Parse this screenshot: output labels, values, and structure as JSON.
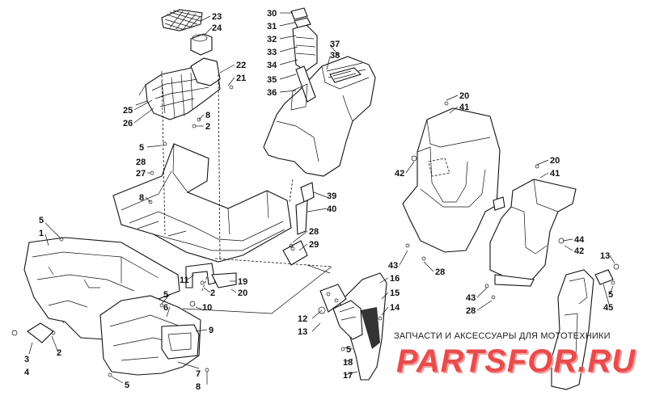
{
  "diagram": {
    "callouts": [
      {
        "id": "c23",
        "text": "23"
      },
      {
        "id": "c24",
        "text": "24"
      },
      {
        "id": "c22",
        "text": "22"
      },
      {
        "id": "c21",
        "text": "21"
      },
      {
        "id": "c25",
        "text": "25"
      },
      {
        "id": "c26",
        "text": "26"
      },
      {
        "id": "c8a",
        "text": "8"
      },
      {
        "id": "c2a",
        "text": "2"
      },
      {
        "id": "c30",
        "text": "30"
      },
      {
        "id": "c31",
        "text": "31"
      },
      {
        "id": "c32",
        "text": "32"
      },
      {
        "id": "c33",
        "text": "33"
      },
      {
        "id": "c34",
        "text": "34"
      },
      {
        "id": "c35",
        "text": "35"
      },
      {
        "id": "c36",
        "text": "36"
      },
      {
        "id": "c37",
        "text": "37"
      },
      {
        "id": "c38",
        "text": "38"
      },
      {
        "id": "c5a",
        "text": "5"
      },
      {
        "id": "c28a",
        "text": "28"
      },
      {
        "id": "c27",
        "text": "27"
      },
      {
        "id": "c8b",
        "text": "8"
      },
      {
        "id": "c39",
        "text": "39"
      },
      {
        "id": "c40",
        "text": "40"
      },
      {
        "id": "c28b",
        "text": "28"
      },
      {
        "id": "c29",
        "text": "29"
      },
      {
        "id": "c5b",
        "text": "5"
      },
      {
        "id": "c1",
        "text": "1"
      },
      {
        "id": "c11",
        "text": "11"
      },
      {
        "id": "c2b",
        "text": "2"
      },
      {
        "id": "c19",
        "text": "19"
      },
      {
        "id": "c20a",
        "text": "20"
      },
      {
        "id": "c5c",
        "text": "5"
      },
      {
        "id": "c6",
        "text": "6"
      },
      {
        "id": "c10",
        "text": "10"
      },
      {
        "id": "c9",
        "text": "9"
      },
      {
        "id": "c3",
        "text": "3"
      },
      {
        "id": "c4",
        "text": "4"
      },
      {
        "id": "c2c",
        "text": "2"
      },
      {
        "id": "c7",
        "text": "7"
      },
      {
        "id": "c8c",
        "text": "8"
      },
      {
        "id": "c5d",
        "text": "5"
      },
      {
        "id": "c12",
        "text": "12"
      },
      {
        "id": "c13a",
        "text": "13"
      },
      {
        "id": "c16",
        "text": "16"
      },
      {
        "id": "c15",
        "text": "15"
      },
      {
        "id": "c14",
        "text": "14"
      },
      {
        "id": "c5e",
        "text": "5"
      },
      {
        "id": "c18",
        "text": "18"
      },
      {
        "id": "c17",
        "text": "17"
      },
      {
        "id": "c20b",
        "text": "20"
      },
      {
        "id": "c41a",
        "text": "41"
      },
      {
        "id": "c42a",
        "text": "42"
      },
      {
        "id": "c43a",
        "text": "43"
      },
      {
        "id": "c28c",
        "text": "28"
      },
      {
        "id": "c20c",
        "text": "20"
      },
      {
        "id": "c41b",
        "text": "41"
      },
      {
        "id": "c44",
        "text": "44"
      },
      {
        "id": "c42b",
        "text": "42"
      },
      {
        "id": "c13b",
        "text": "13"
      },
      {
        "id": "c5f",
        "text": "5"
      },
      {
        "id": "c45",
        "text": "45"
      },
      {
        "id": "c43b",
        "text": "43"
      },
      {
        "id": "c28d",
        "text": "28"
      }
    ]
  },
  "watermark": {
    "caption": "ЗАПЧАСТИ И АКСЕССУАРЫ ДЛЯ МОТОТЕХНИКИ",
    "logo_text": "PARTSFOR.RU",
    "colors": {
      "logo": "#e84c4c",
      "logo_light": "#f2a0a0",
      "caption": "#222222"
    }
  }
}
